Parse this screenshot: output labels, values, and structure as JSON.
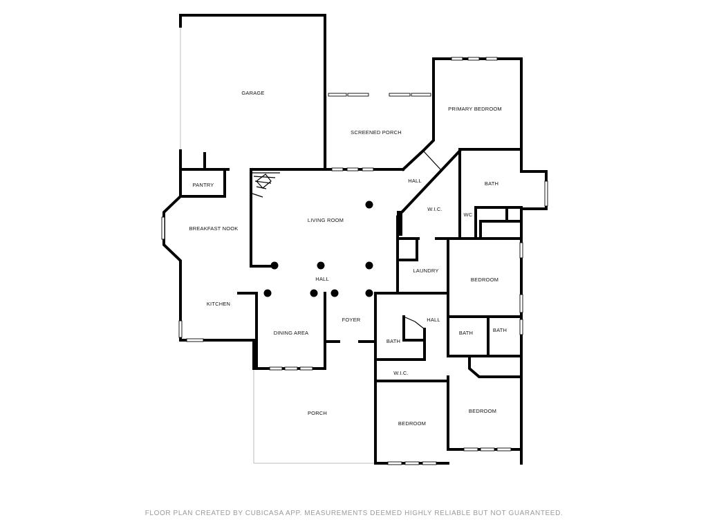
{
  "rooms": {
    "garage": "GARAGE",
    "screened_porch": "SCREENED PORCH",
    "primary_bedroom": "PRIMARY BEDROOM",
    "hall_upper": "HALL",
    "bath_primary": "BATH",
    "pantry": "PANTRY",
    "breakfast_nook": "BREAKFAST NOOK",
    "living_room": "LIVING ROOM",
    "wic_primary": "W.I.C.",
    "wc": "WC",
    "laundry": "LAUNDRY",
    "bedroom_right": "BEDROOM",
    "hall_center": "HALL",
    "kitchen": "KITCHEN",
    "foyer": "FOYER",
    "dining_area": "DINING AREA",
    "hall_lower": "HALL",
    "bath_lower_left": "BATH",
    "bath_lower_mid": "BATH",
    "bath_lower_right": "BATH",
    "wic_lower": "W.I.C.",
    "porch": "PORCH",
    "bedroom_lower_left": "BEDROOM",
    "bedroom_lower_right": "BEDROOM"
  },
  "footer": "FLOOR PLAN CREATED BY CUBICASA APP. MEASUREMENTS DEEMED HIGHLY RELIABLE BUT NOT GUARANTEED."
}
